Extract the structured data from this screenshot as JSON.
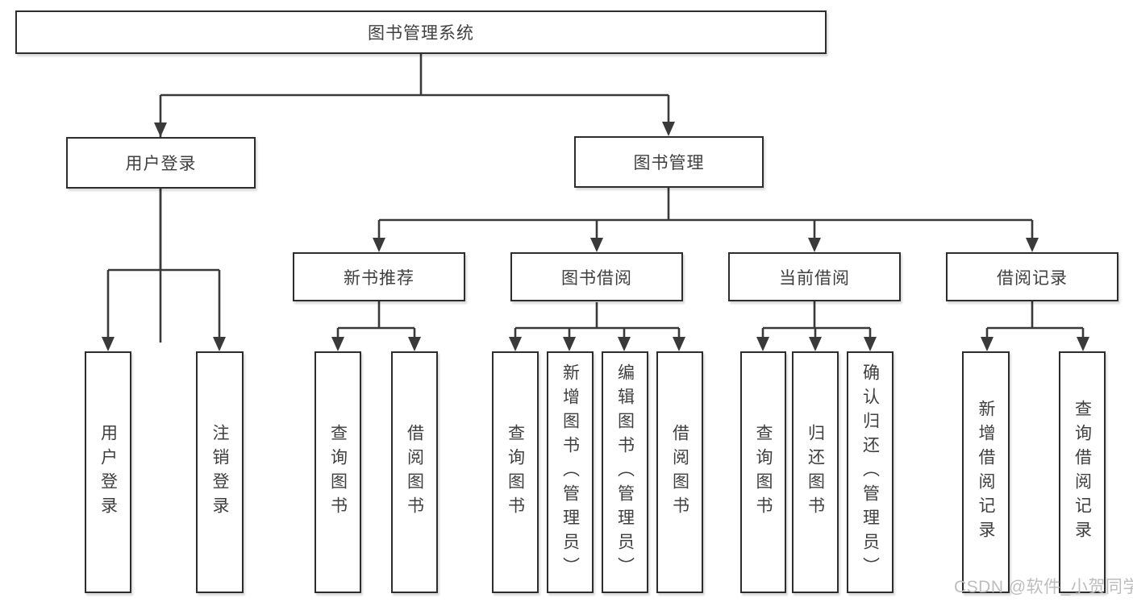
{
  "diagram": {
    "type": "hierarchy-tree",
    "root": {
      "label": "图书管理系统"
    },
    "level2": [
      {
        "id": "user-login",
        "label": "用户登录"
      },
      {
        "id": "book-mgmt",
        "label": "图书管理"
      }
    ],
    "level3": [
      {
        "id": "new-book-recommend",
        "label": "新书推荐",
        "parent": "图书管理"
      },
      {
        "id": "book-borrow",
        "label": "图书借阅",
        "parent": "图书管理"
      },
      {
        "id": "current-borrow",
        "label": "当前借阅",
        "parent": "图书管理"
      },
      {
        "id": "borrow-record",
        "label": "借阅记录",
        "parent": "图书管理"
      }
    ],
    "leaves": [
      {
        "label": "用户登录",
        "parent": "用户登录"
      },
      {
        "label": "注销登录",
        "parent": "用户登录"
      },
      {
        "label": "查询图书",
        "parent": "新书推荐"
      },
      {
        "label": "借阅图书",
        "parent": "新书推荐"
      },
      {
        "label": "查询图书",
        "parent": "图书借阅"
      },
      {
        "label": "新增图书（管理员）",
        "parent": "图书借阅"
      },
      {
        "label": "编辑图书（管理员）",
        "parent": "图书借阅"
      },
      {
        "label": "借阅图书",
        "parent": "图书借阅"
      },
      {
        "label": "查询图书",
        "parent": "当前借阅"
      },
      {
        "label": "归还图书",
        "parent": "当前借阅"
      },
      {
        "label": "确认归还（管理员）",
        "parent": "当前借阅"
      },
      {
        "label": "新增借阅记录",
        "parent": "借阅记录"
      },
      {
        "label": "查询借阅记录",
        "parent": "借阅记录"
      }
    ],
    "colors": {
      "line": "#3a3a3a",
      "border": "#2d2d2d",
      "text": "#3f3f3f",
      "fill": "#ffffff",
      "watermark": "#bdbdbd"
    },
    "watermark": "CSDN @软件_小贺同学"
  }
}
